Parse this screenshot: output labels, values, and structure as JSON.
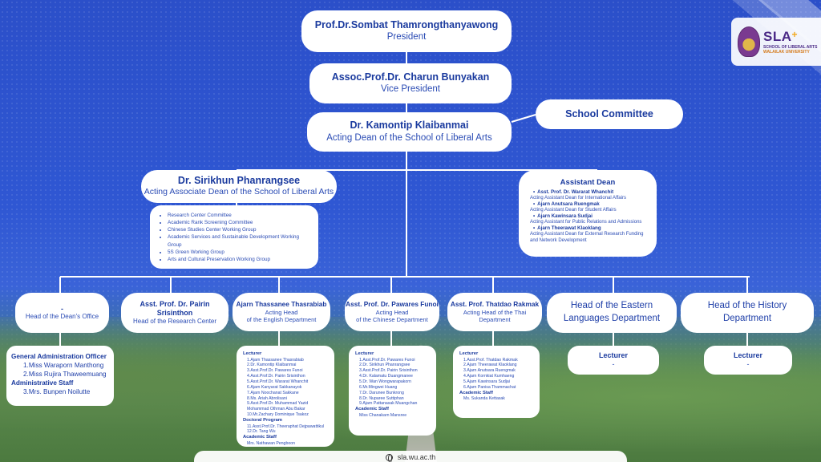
{
  "logo": {
    "main": "SLA",
    "plus": "+",
    "sub1": "SCHOOL OF LIBERAL ARTS",
    "sub2": "WALAILAK UNIVERSITY"
  },
  "president": {
    "name": "Prof.Dr.Sombat Thamrongthanyawong",
    "role": "President"
  },
  "vice_president": {
    "name": "Assoc.Prof.Dr. Charun Bunyakan",
    "role": "Vice President"
  },
  "committee": {
    "label": "School Committee"
  },
  "dean": {
    "name": "Dr. Kamontip Klaibanmai",
    "role": "Acting Dean of the School of Liberal Arts"
  },
  "associate_dean": {
    "name": "Dr. Sirikhun Phanrangsee",
    "role": "Acting Associate Dean of the School of Liberal Arts"
  },
  "associate_items": [
    "Research Center Committee",
    "Academic Rank Screening Committee",
    "Chinese Studies Center Working Group",
    "Academic Services and Sustainable Development Working Group",
    "5S Green Working Group",
    "Arts and Cultural Preservation Working Group"
  ],
  "assistant_dean": {
    "title": "Assistant Dean",
    "items": [
      {
        "name": "Asst. Prof. Dr. Wararat Whanchit",
        "role": "Acting Assistant Dean for International Affairs"
      },
      {
        "name": "Ajarn Anutsara Ruengmak",
        "role": "Acting Assistant Dean for Student Affairs"
      },
      {
        "name": "Ajarn Kawinsara Sudjai",
        "role": "Acting Assistant for Public Relations and Admissions"
      },
      {
        "name": "Ajarn Theerawat Klaoklang",
        "role": "Acting Assistant Dean for External Research Funding and Network Development"
      }
    ]
  },
  "units": {
    "office": {
      "name": "-",
      "role": "Head of the Dean's Office"
    },
    "research": {
      "name": "Asst. Prof. Dr. Pairin Srisinthon",
      "role": "Head of the Research Center"
    },
    "english": {
      "name": "Ajarn Thassanee Thasrabiab",
      "role1": "Acting Head",
      "role2": "of the English Department"
    },
    "chinese": {
      "name": "Asst. Prof. Dr. Pawares Funoi",
      "role1": "Acting Head",
      "role2": "of the Chinese Department"
    },
    "thai": {
      "name": "Asst. Prof. Thatdao Rakmak",
      "role1": "Acting Head of the Thai",
      "role2": "Department"
    },
    "eastern": {
      "line1": "Head of the Eastern",
      "line2": "Languages Department"
    },
    "history": {
      "line1": "Head of the History",
      "line2": "Department"
    }
  },
  "office_staff": {
    "h1": "General Administration Officer",
    "g1": [
      "1.Miss Waraporn Manthong",
      "2.Miss Rujira Thaweemuang"
    ],
    "h2": "Administrative Staff",
    "g2": [
      "3.Mrs. Bunpen Noilutte"
    ]
  },
  "english_staff": {
    "h1": "Lecturer",
    "lecturers": [
      "1.Ajarn Thassanee Thasrabiab",
      "2.Dr. Kamontip Klaibanmai",
      "3.Asst.Prof.Dr. Pawares Funoi",
      "4.Asst.Prof.Dr. Pairin Srisinthon",
      "5.Asst.Prof.Dr. Wararat Whanchit",
      "6.Ajarn Kanyarat Sakkanayok",
      "7.Ajarn Noochanat Sakkane",
      "8.Ms. Ariah Abrolisani",
      "9.Asst.Prof.Dr. Muhammad Yazid Mohammad Othman Abu Bakar",
      "10.Mr.Zachary Dominique Tsakoz"
    ],
    "h2": "Doctoral Program",
    "doctoral": [
      "11.Asst.Prof.Dr. Theeraphat Dejpawattikul",
      "12.Dr. Tang Wu"
    ],
    "h3": "Academic Staff",
    "academic": [
      "Mrs. Nathawan Pengboon"
    ]
  },
  "chinese_staff": {
    "h1": "Lecturer",
    "lecturers": [
      "1.Asst.Prof.Dr. Pawares Funoi",
      "2.Dr. Sirikhun Phanrangsee",
      "3.Asst.Prof.Dr. Pairin Srisinthon",
      "4.Dr. Kalamatu Duangmanee",
      "5.Dr. Wan Wongwarapakorn",
      "6.Mr.Mingwei Huang",
      "7.Dr. Darunee Bunkrong",
      "8.Dr. Nuparee Suttiphan",
      "9.Ajarn Pattanasak Muangchan"
    ],
    "h2": "Academic Staff",
    "academic": [
      "Miss Chanakarn Mansree"
    ]
  },
  "thai_staff": {
    "h1": "Lecturer",
    "lecturers": [
      "1.Asst.Prof. Thatdao Rakmak",
      "2.Ajarn Theerawat Klaoklang",
      "3.Ajarn Anutsara Ruengmak",
      "4.Ajarn Kornkiat Kumhaeng",
      "5.Ajarn Kawinsara Sudjai",
      "6.Ajarn Panisa Thammachat"
    ],
    "h2": "Academic Staff",
    "academic": [
      "Ms. Sukanda Kettasak"
    ]
  },
  "eastern_staff": {
    "h": "Lecturer",
    "v": "-"
  },
  "history_staff": {
    "h": "Lecturer",
    "v": "-"
  },
  "footer": {
    "url": "sla.wu.ac.th"
  }
}
